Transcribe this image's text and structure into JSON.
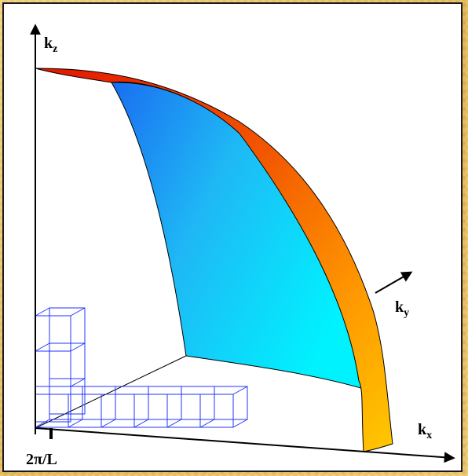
{
  "labels": {
    "kz": "k",
    "kz_sub": "z",
    "ky": "k",
    "ky_sub": "y",
    "kx": "k",
    "kx_sub": "x",
    "tick": "2π/L"
  },
  "colors": {
    "frame_bg": "#e9c36a",
    "sheet_top": "#e01000",
    "sheet_bottom": "#ffc400",
    "surface_blue": "#1f78f0",
    "surface_cyan": "#00f0ff",
    "cube_lines": "#1f2dff",
    "axis": "#000000"
  }
}
